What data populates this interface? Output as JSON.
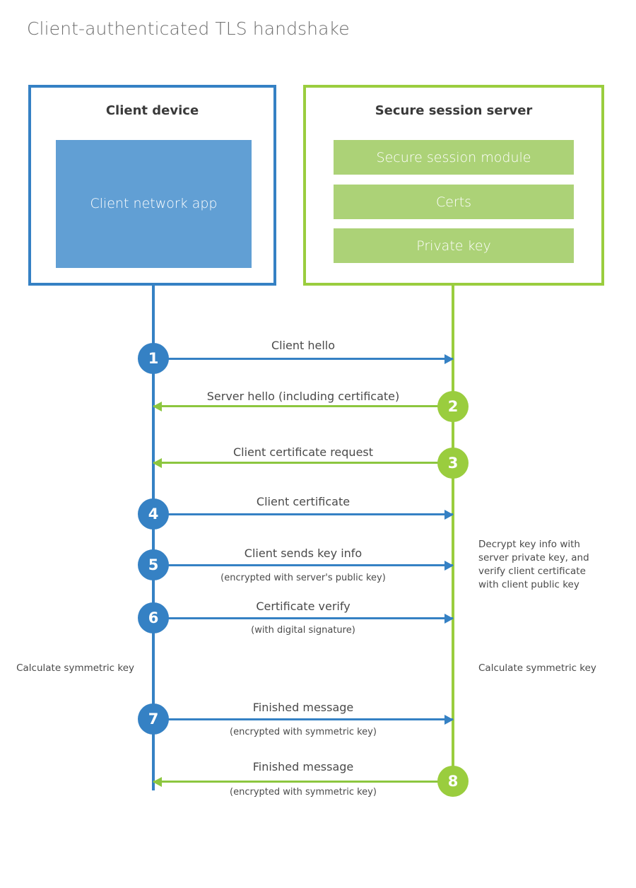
{
  "title": "Client-authenticated TLS handshake",
  "colors": {
    "client_blue": "#3581c4",
    "client_app_fill": "#619fd4",
    "server_green": "#9acd3e",
    "server_bar_fill": "#acd277",
    "arrow_blue": "#3581c4",
    "arrow_green": "#8cc63f",
    "text": "#4a4a4a",
    "title_text": "#6e6e6e",
    "background": "#ffffff"
  },
  "client": {
    "title": "Client device",
    "app_label": "Client network app",
    "note": "Calculate symmetric key"
  },
  "server": {
    "title": "Secure session server",
    "components": [
      "Secure session module",
      "Certs",
      "Private key"
    ],
    "note_decrypt": "Decrypt key info with server private key, and verify client certificate with client public key",
    "note_calculate": "Calculate symmetric key"
  },
  "messages": [
    {
      "step": "1",
      "label": "Client hello",
      "sublabel": "",
      "direction": "client-to-server"
    },
    {
      "step": "2",
      "label": "Server hello (including certificate)",
      "sublabel": "",
      "direction": "server-to-client"
    },
    {
      "step": "3",
      "label": "Client certificate request",
      "sublabel": "",
      "direction": "server-to-client"
    },
    {
      "step": "4",
      "label": "Client certificate",
      "sublabel": "",
      "direction": "client-to-server"
    },
    {
      "step": "5",
      "label": "Client sends key info",
      "sublabel": "(encrypted with server's public key)",
      "direction": "client-to-server"
    },
    {
      "step": "6",
      "label": "Certificate verify",
      "sublabel": "(with digital signature)",
      "direction": "client-to-server"
    },
    {
      "step": "7",
      "label": "Finished message",
      "sublabel": "(encrypted with symmetric key)",
      "direction": "client-to-server"
    },
    {
      "step": "8",
      "label": "Finished message",
      "sublabel": "(encrypted with symmetric key)",
      "direction": "server-to-client"
    }
  ]
}
